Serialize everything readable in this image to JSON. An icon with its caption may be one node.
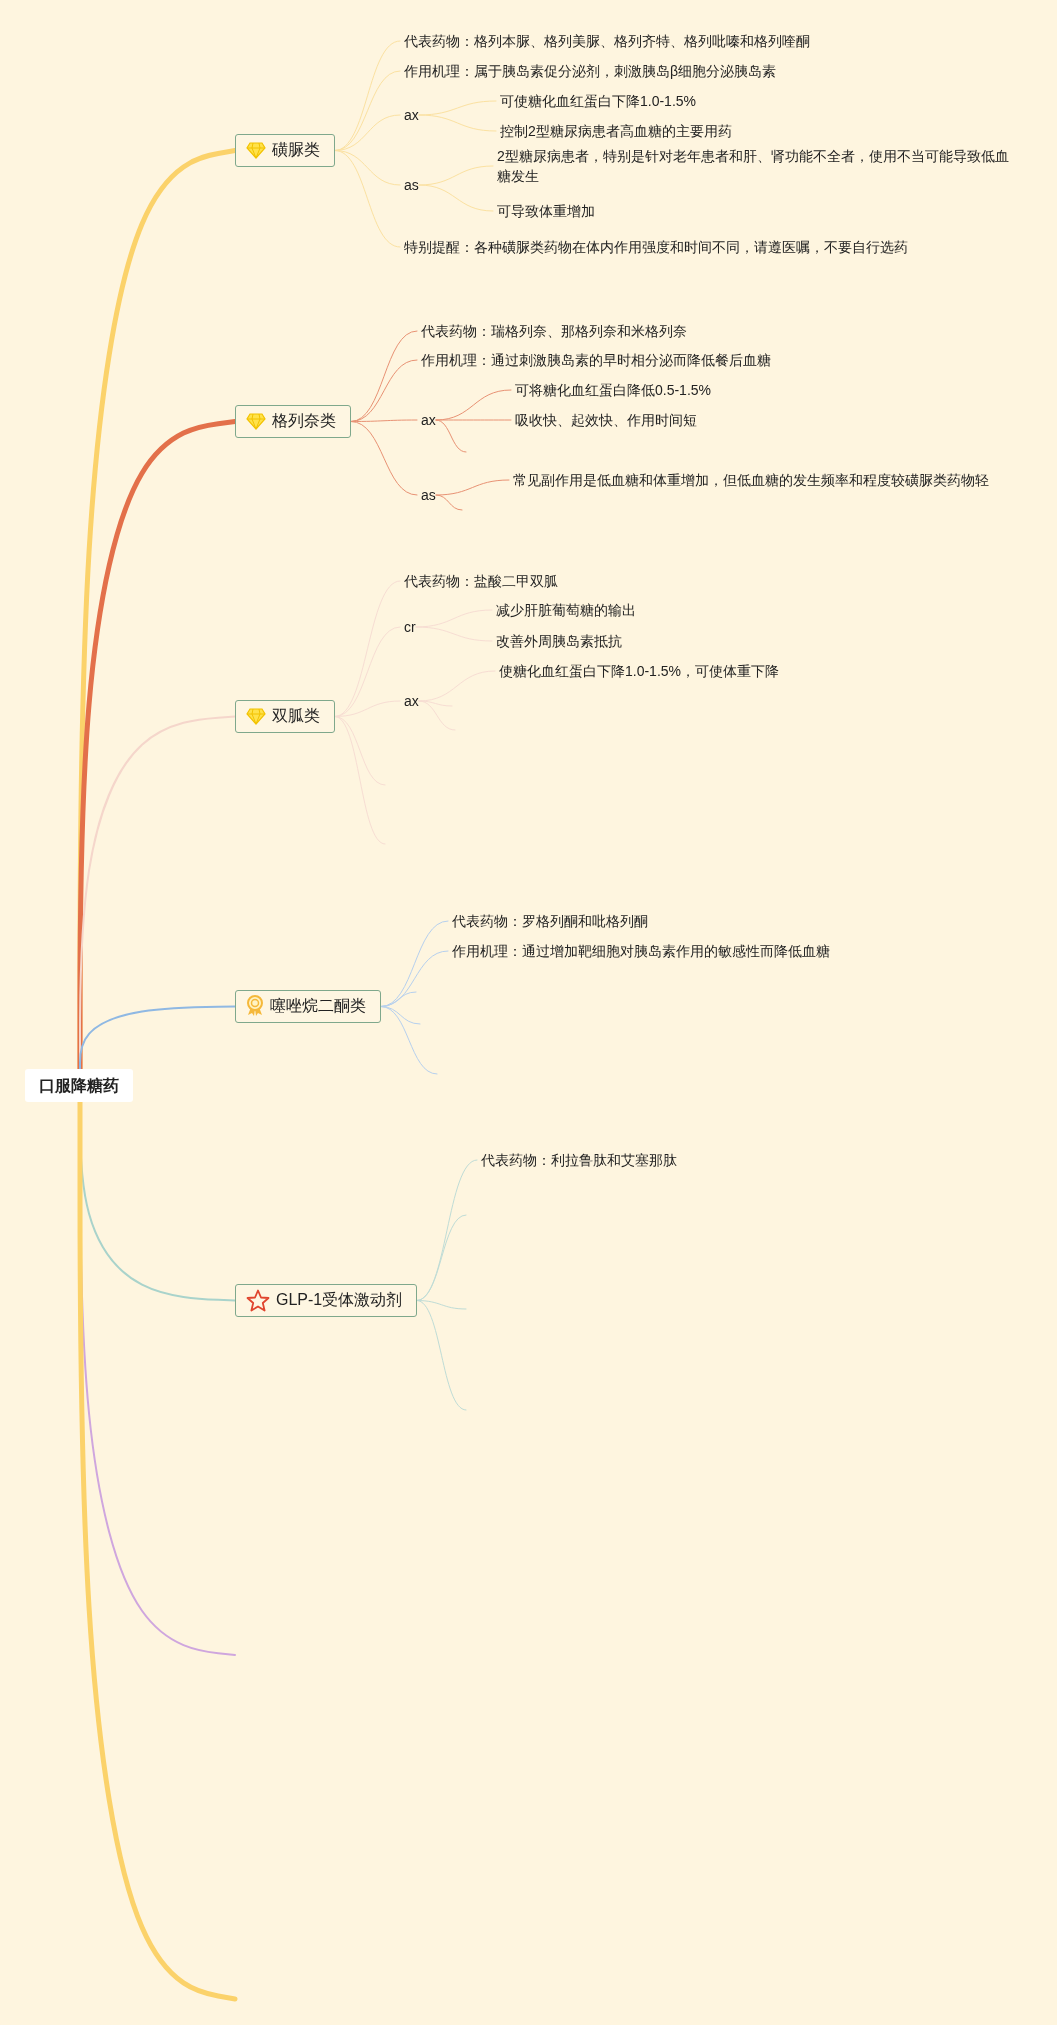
{
  "diagram": {
    "nodes": [
      {
        "text": [
          "口服降糖药"
        ]
      },
      {
        "text": [
          "磺脲类"
        ]
      },
      {
        "text": [
          "代表药物：格列本脲、格列美脲、格列齐特、格列吡嗪和格列喹酮"
        ]
      },
      {
        "text": [
          "作用机理：属于胰岛素促分泌剂，刺激胰岛β细胞分泌胰岛素"
        ]
      },
      {
        "text": [
          "ax"
        ]
      },
      {
        "text": [
          "可使糖化血红蛋白下降1.0-1.5%"
        ]
      },
      {
        "text": [
          "控制2型糖尿病患者高血糖的主要用药"
        ]
      },
      {
        "text": [
          "as"
        ]
      },
      {
        "text": [
          "2型糖尿病患者，特别是针对老年患者和肝、肾功能不全者，使用不当可能导致低血糖发生"
        ]
      },
      {
        "text": [
          "可导致体重增加"
        ]
      },
      {
        "text": [
          "特别提醒：各种磺脲类药物在体内作用强度和时间不同，请遵医嘱，不要自行选药"
        ]
      },
      {
        "text": [
          "格列奈类"
        ]
      },
      {
        "text": [
          "代表药物：瑞格列奈、那格列奈和米格列奈"
        ]
      },
      {
        "text": [
          "作用机理：通过刺激胰岛素的早时相分泌而降低餐后血糖"
        ]
      },
      {
        "text": [
          "ax"
        ]
      },
      {
        "text": [
          "可将糖化血红蛋白降低0.5-1.5%"
        ]
      },
      {
        "text": [
          "吸收快、起效快、作用时间短"
        ]
      },
      {
        "text": [
          "as"
        ]
      },
      {
        "text": [
          "常见副作用是低血糖和体重增加，但低血糖的发生频率和程度较磺脲类药物轻"
        ]
      },
      {
        "text": [
          "双胍类"
        ]
      },
      {
        "text": [
          "代表药物：盐酸二甲双胍"
        ]
      },
      {
        "text": [
          "cr"
        ]
      },
      {
        "text": [
          "减少肝脏葡萄糖的输出"
        ]
      },
      {
        "text": [
          "改善外周胰岛素抵抗"
        ]
      },
      {
        "text": [
          "ax"
        ]
      },
      {
        "text": [
          "使糖化血红蛋白下降1.0-1.5%，可使体重下降"
        ]
      },
      {
        "text": [
          "噻唑烷二酮类"
        ]
      },
      {
        "text": [
          "代表药物：罗格列酮和吡格列酮"
        ]
      },
      {
        "text": [
          "作用机理：通过增加靶细胞对胰岛素作用的敏感性而降低血糖"
        ]
      },
      {
        "text": [
          "GLP-1受体激动剂"
        ]
      },
      {
        "text": [
          "代表药物：利拉鲁肽和艾塞那肽"
        ]
      }
    ],
    "edges": [
      {
        "from": 0,
        "to": 1,
        "arrow": "none",
        "style": "thick",
        "color": "#fbd26a"
      },
      {
        "from": 0,
        "to": 11,
        "arrow": "none",
        "style": "thick",
        "color": "#e3704a"
      },
      {
        "from": 0,
        "to": 19,
        "arrow": "none",
        "color": "#f5d6cb"
      },
      {
        "from": 0,
        "to": 26,
        "arrow": "none",
        "color": "#8fb8e3"
      },
      {
        "from": 0,
        "to": 29,
        "arrow": "none",
        "color": "#a9d3cb"
      },
      {
        "from": 0,
        "to": null,
        "arrow": "none",
        "color": "#cfa6de"
      },
      {
        "from": 0,
        "to": null,
        "arrow": "none",
        "style": "thick",
        "color": "#fbd26a"
      },
      {
        "from": 1,
        "to": 2,
        "arrow": "none",
        "color": "#fbe1a1"
      },
      {
        "from": 1,
        "to": 3,
        "arrow": "none",
        "color": "#fbe1a1"
      },
      {
        "from": 1,
        "to": 4,
        "arrow": "none",
        "color": "#fbe1a1"
      },
      {
        "from": 1,
        "to": 7,
        "arrow": "none",
        "color": "#fbe1a1"
      },
      {
        "from": 1,
        "to": 10,
        "arrow": "none",
        "color": "#fbe1a1"
      },
      {
        "from": 4,
        "to": 5,
        "arrow": "none",
        "color": "#fbe1a1"
      },
      {
        "from": 4,
        "to": 6,
        "arrow": "none",
        "color": "#fbe1a1"
      },
      {
        "from": 7,
        "to": 8,
        "arrow": "none",
        "color": "#fbe1a1"
      },
      {
        "from": 7,
        "to": 9,
        "arrow": "none",
        "color": "#fbe1a1"
      },
      {
        "from": 11,
        "to": 12,
        "arrow": "none",
        "color": "#e89274"
      },
      {
        "from": 11,
        "to": 13,
        "arrow": "none",
        "color": "#e89274"
      },
      {
        "from": 11,
        "to": 14,
        "arrow": "none",
        "color": "#e89274"
      },
      {
        "from": 11,
        "to": 17,
        "arrow": "none",
        "color": "#e89274"
      },
      {
        "from": 14,
        "to": 15,
        "arrow": "none",
        "color": "#e89274"
      },
      {
        "from": 14,
        "to": 16,
        "arrow": "none",
        "color": "#e89274"
      },
      {
        "from": 14,
        "to": null,
        "arrow": "none",
        "color": "#e89274"
      },
      {
        "from": 17,
        "to": 18,
        "arrow": "none",
        "color": "#e89274"
      },
      {
        "from": 17,
        "to": null,
        "arrow": "none",
        "color": "#e89274"
      },
      {
        "from": 19,
        "to": 20,
        "arrow": "none",
        "color": "#f7ddd3"
      },
      {
        "from": 19,
        "to": 21,
        "arrow": "none",
        "color": "#f7ddd3"
      },
      {
        "from": 19,
        "to": 24,
        "arrow": "none",
        "color": "#f7ddd3"
      },
      {
        "from": 19,
        "to": null,
        "arrow": "none",
        "color": "#f7ddd3"
      },
      {
        "from": 19,
        "to": null,
        "arrow": "none",
        "color": "#f7ddd3"
      },
      {
        "from": 21,
        "to": 22,
        "arrow": "none",
        "color": "#f7ddd3"
      },
      {
        "from": 21,
        "to": 23,
        "arrow": "none",
        "color": "#f7ddd3"
      },
      {
        "from": 24,
        "to": 25,
        "arrow": "none",
        "color": "#f7ddd3"
      },
      {
        "from": 24,
        "to": null,
        "arrow": "none",
        "color": "#f7ddd3"
      },
      {
        "from": 24,
        "to": null,
        "arrow": "none",
        "color": "#f7ddd3"
      },
      {
        "from": 26,
        "to": 27,
        "arrow": "none",
        "color": "#b6d0ee"
      },
      {
        "from": 26,
        "to": 28,
        "arrow": "none",
        "color": "#b6d0ee"
      },
      {
        "from": 26,
        "to": null,
        "arrow": "none",
        "color": "#b6d0ee"
      },
      {
        "from": 26,
        "to": null,
        "arrow": "none",
        "color": "#b6d0ee"
      },
      {
        "from": 26,
        "to": null,
        "arrow": "none",
        "color": "#b6d0ee"
      },
      {
        "from": 29,
        "to": 30,
        "arrow": "none",
        "color": "#bfdcd6"
      },
      {
        "from": 29,
        "to": null,
        "arrow": "none",
        "color": "#bfdcd6"
      },
      {
        "from": 29,
        "to": null,
        "arrow": "none",
        "color": "#bfdcd6"
      },
      {
        "from": 29,
        "to": null,
        "arrow": "none",
        "color": "#bfdcd6"
      }
    ]
  }
}
